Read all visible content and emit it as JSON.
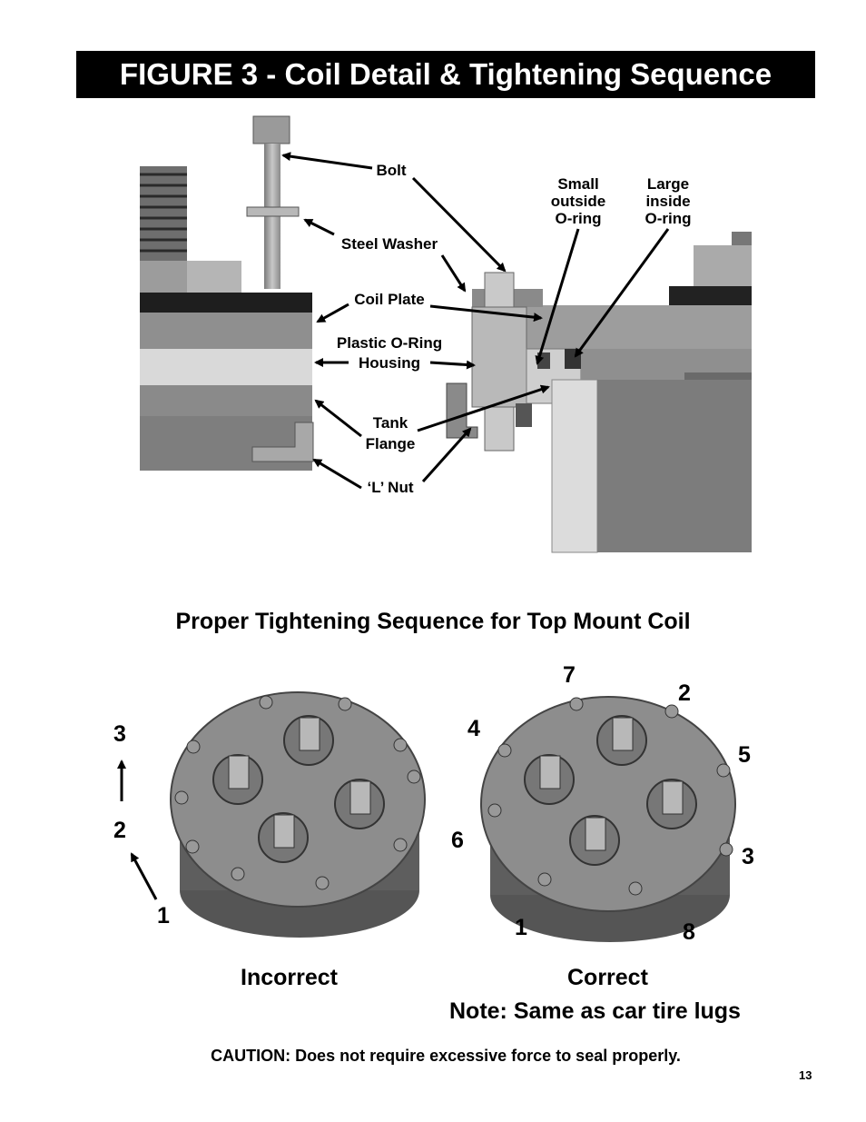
{
  "figure_title": "FIGURE 3 - Coil Detail & Tightening Sequence",
  "detail_labels": {
    "bolt": "Bolt",
    "steel_washer": "Steel Washer",
    "coil_plate": "Coil Plate",
    "plastic_oring_housing_line1": "Plastic O-Ring",
    "plastic_oring_housing_line2": "Housing",
    "tank_flange_line1": "Tank",
    "tank_flange_line2": "Flange",
    "l_nut": "‘L’ Nut",
    "small_oring_line1": "Small",
    "small_oring_line2": "outside",
    "small_oring_line3": "O-ring",
    "large_oring_line1": "Large",
    "large_oring_line2": "inside",
    "large_oring_line3": "O-ring"
  },
  "sequence_title": "Proper Tightening Sequence for Top Mount Coil",
  "incorrect": {
    "label": "Incorrect",
    "numbers": [
      "1",
      "2",
      "3"
    ]
  },
  "correct": {
    "label": "Correct",
    "numbers": [
      "1",
      "2",
      "3",
      "4",
      "5",
      "6",
      "7",
      "8"
    ]
  },
  "note": "Note:  Same as car tire lugs",
  "caution": "CAUTION: Does not require excessive force to seal properly.",
  "page_number": "13",
  "colors": {
    "metal": "#9a9a9a",
    "dark": "#555555",
    "light": "#d6d6d6"
  }
}
